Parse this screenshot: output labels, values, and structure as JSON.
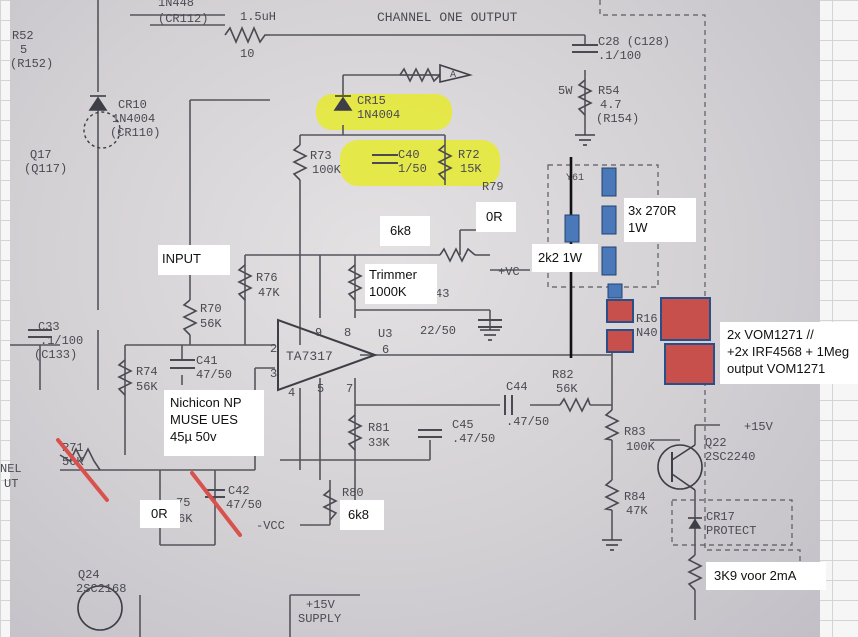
{
  "schematic": {
    "top_left": [
      "R52",
      "5",
      "(R152)"
    ],
    "top_diode_part": "1N448",
    "top_diode_ref": "(CR112)",
    "top_coil": "1.5uH",
    "top_res": "10",
    "title": "CHANNEL ONE OUTPUT",
    "c28": [
      "C28 (C128)",
      ".1/100"
    ],
    "r54": [
      "5W",
      "R54",
      "4.7",
      "(R154)"
    ],
    "cr10": [
      "CR10",
      "1N4004",
      "(CR110)"
    ],
    "q17": [
      "Q17",
      "(Q117)"
    ],
    "cr15": [
      "CR15",
      "1N4004"
    ],
    "a_marker": "A",
    "r73": [
      "R73",
      "100K"
    ],
    "c40": [
      "C40",
      "1/50"
    ],
    "r72": [
      "R72",
      "15K"
    ],
    "r79": "R79",
    "y1": "Y61",
    "vcc_pos": "+VC",
    "r76": [
      "R76",
      "47K"
    ],
    "r70": [
      "R70",
      "56K"
    ],
    "c33": [
      "C33",
      ".1/100",
      "(C133)"
    ],
    "c43": [
      "43",
      "22/50"
    ],
    "pins": {
      "p9": "9",
      "p8": "8",
      "p2": "2",
      "p3": "3",
      "p6": "6",
      "p4": "4",
      "p5": "5",
      "p7": "7"
    },
    "u3": "U3",
    "ic": "TA7317",
    "r74": [
      "R74",
      "56K"
    ],
    "c41": [
      "C41",
      "47/50"
    ],
    "c44": [
      "C44",
      ".47/50"
    ],
    "r82": [
      "R82",
      "56K"
    ],
    "r81": [
      "R81",
      "33K"
    ],
    "c45": [
      "C45",
      ".47/50"
    ],
    "r16": [
      "R16",
      "N40"
    ],
    "r83": [
      "R83",
      "100K"
    ],
    "q22": [
      "Q22",
      "2SC2240"
    ],
    "v15": "+15V",
    "r84": [
      "R84",
      "47K"
    ],
    "r71": [
      "R71",
      "56K"
    ],
    "nel": [
      "NEL",
      "UT"
    ],
    "c42": [
      "75",
      "6K",
      "C42",
      "47/50"
    ],
    "vcc_neg": "-VCC",
    "r80": "R80",
    "cr17": [
      "CR17",
      "PROTECT"
    ],
    "q24": [
      "Q24",
      "2SC2168"
    ],
    "supply": [
      "+15V",
      "SUPPLY"
    ]
  },
  "notes": {
    "input": "INPUT",
    "zero_r_top": "0R",
    "six_k8_top": "6k8",
    "trimmer": [
      "Trimmer",
      "1000K"
    ],
    "three_x": [
      "3x 270R",
      "1W"
    ],
    "two_k2": "2k2 1W",
    "vom": [
      "2x VOM1271 //",
      "+2x IRF4568 + 1Meg",
      "output VOM1271"
    ],
    "nichicon": [
      "Nichicon NP",
      "MUSE UES",
      "45µ 50v"
    ],
    "zero_r_bottom": "0R",
    "six_k8_bottom": "6k8",
    "three_k9": "3K9 voor 2mA"
  },
  "colors": {
    "highlight": "#e6ea2f",
    "blue_part": "#4a78b8",
    "red_part": "#c8504c",
    "strike": "#d9514d",
    "ink": "#4a4a52"
  }
}
